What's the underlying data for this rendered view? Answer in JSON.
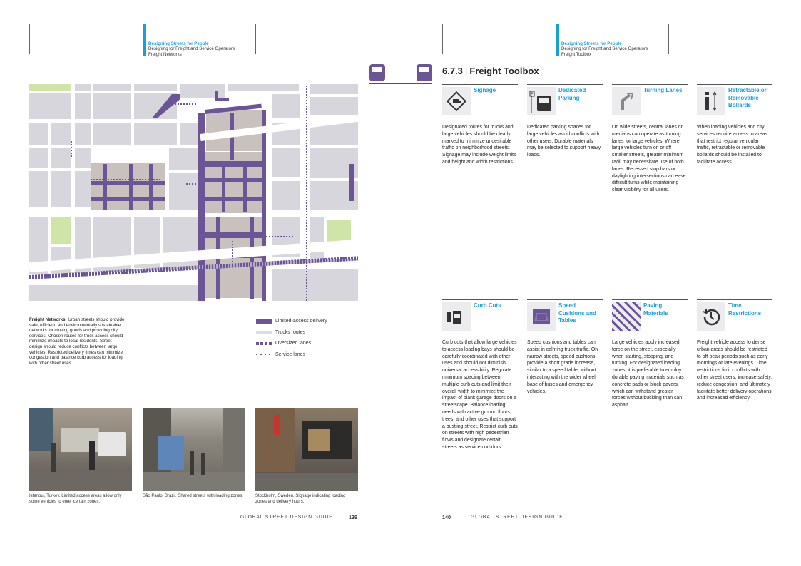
{
  "left_page": {
    "header": {
      "section": "Designing Streets for People",
      "sub1": "Designing for Freight and Service Operators",
      "sub2": "Freight Networks"
    },
    "intro": {
      "lead": "Freight Networks:",
      "text": " Urban streets should provide safe, efficient, and environmentally sustainable networks for moving goods and providing city services. Chosen routes for truck access should minimize impacts to local residents. Street design should reduce conflicts between large vehicles. Restricted delivery times can minimize congestion and balance curb access for loading with other street uses."
    },
    "legend": [
      {
        "label": "Limited-access delivery",
        "color": "#6c5596",
        "style": "solid"
      },
      {
        "label": "Trucks routes",
        "color": "#d8d8de",
        "style": "light"
      },
      {
        "label": "Oversized lanes",
        "color": "#6c5596",
        "style": "dashed"
      },
      {
        "label": "Service lanes",
        "color": "#6c5596",
        "style": "dotted"
      }
    ],
    "photos": [
      {
        "caption": "Istanbul, Turkey. Limited access areas allow only some vehicles to enter certain zones."
      },
      {
        "caption": "São Paulo, Brazil. Shared streets with loading zones."
      },
      {
        "caption": "Stockholm, Sweden. Signage indicating loading zones and delivery hours."
      }
    ],
    "footer": "GLOBAL STREET DESIGN GUIDE",
    "page_number": "139"
  },
  "right_page": {
    "header": {
      "section": "Designing Streets for People",
      "sub1": "Designing for Freight and Service Operators",
      "sub2": "Freight Toolbox"
    },
    "title_number": "6.7.3",
    "title_text": "Freight Toolbox",
    "tools": [
      {
        "title": "Signage",
        "icon": "truck-sign-icon",
        "body": "Designated routes for trucks and large vehicles should be clearly marked to minimize undesirable traffic on neighborhood streets. Signage may include weight limits and height and width restrictions."
      },
      {
        "title": "Dedicated Parking",
        "icon": "truck-parking-icon",
        "body": "Dedicated parking spaces for large vehicles avoid conflicts with other users. Durable materials may be selected to support heavy loads."
      },
      {
        "title": "Turning Lanes",
        "icon": "turn-arrow-icon",
        "body": "On wide streets, central lanes or medians can operate as turning lanes for large vehicles. Where large vehicles turn on or off smaller streets, greater minimum radii may necessitate use of both lanes. Recessed stop bars or daylighting intersections can ease difficult turns while maintaining clear visibility for all users."
      },
      {
        "title": "Retractable or Removable Bollards",
        "icon": "bollard-icon",
        "body": "When loading vehicles and city services require access to areas that restrict regular vehicular traffic, retractable or removable bollards should be installed to facilitate access."
      },
      {
        "title": "Curb Cuts",
        "icon": "curb-cut-icon",
        "body": "Curb cuts that allow large vehicles to access loading bays should be carefully coordinated with other uses and should not diminish universal accessibility. Regulate minimum spacing between multiple curb cuts and limit their overall width to minimize the impact of blank garage doors on a streetscape. Balance loading needs with active ground floors, trees, and other uses that support a bustling street. Restrict curb cuts on streets with high pedestrian flows and designate certain streets as service corridors."
      },
      {
        "title": "Speed Cushions and Tables",
        "icon": "speed-table-icon",
        "body": "Speed cushions and tables can assist in calming truck traffic. On narrow streets, speed cushions provide a short grade increase, similar to a speed table, without interacting with the wider wheel base of buses and emergency vehicles."
      },
      {
        "title": "Paving Materials",
        "icon": "paving-icon",
        "body": "Large vehicles apply increased force on the street, especially when starting, stopping, and turning. For designated loading zones, it is preferable to employ durable paving materials such as concrete pads or block pavers, which can withstand greater forces without buckling than can asphalt."
      },
      {
        "title": "Time Restrictions",
        "icon": "clock-restriction-icon",
        "body": "Freight vehicle access to dense urban areas should be restricted to off-peak periods such as early mornings or late evenings. Time restrictions limit conflicts with other street users, increase safety, reduce congestion, and ultimately facilitate better delivery operations and increased efficiency."
      }
    ],
    "footer": "GLOBAL STREET DESIGN GUIDE",
    "page_number": "140"
  },
  "colors": {
    "accent": "#1aa0d8",
    "purple": "#6c5596",
    "block": "#d6d6dc",
    "green": "#cfe5a8"
  }
}
